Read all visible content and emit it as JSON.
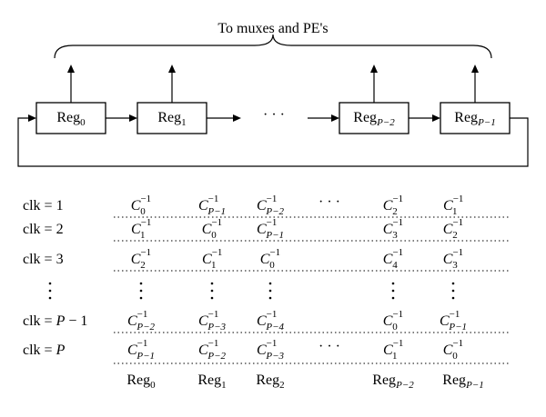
{
  "diagram": {
    "title": "To muxes and PE's",
    "registers_top": [
      {
        "base": "Reg",
        "sub": "0",
        "sub_italic": false
      },
      {
        "base": "Reg",
        "sub": "1",
        "sub_italic": false
      },
      {
        "base": "Reg",
        "sub": "P−2",
        "sub_italic": true
      },
      {
        "base": "Reg",
        "sub": "P−1",
        "sub_italic": true
      }
    ],
    "middle_ellipsis": "· · ·"
  },
  "table": {
    "rows": [
      {
        "label": "clk = 1",
        "label_italic": false,
        "cells": [
          {
            "sub": "0"
          },
          {
            "sub": "P−1"
          },
          {
            "sub": "P−2"
          },
          {
            "ellipsis": true
          },
          {
            "sub": "2"
          },
          {
            "sub": "1"
          }
        ]
      },
      {
        "label": "clk = 2",
        "label_italic": false,
        "cells": [
          {
            "sub": "1"
          },
          {
            "sub": "0"
          },
          {
            "sub": "P−1"
          },
          {
            "ellipsis": false
          },
          {
            "sub": "3"
          },
          {
            "sub": "2"
          }
        ]
      },
      {
        "label": "clk = 3",
        "label_italic": false,
        "cells": [
          {
            "sub": "2"
          },
          {
            "sub": "1"
          },
          {
            "sub": "0"
          },
          {
            "ellipsis": false
          },
          {
            "sub": "4"
          },
          {
            "sub": "3"
          }
        ]
      },
      {
        "label": "⋮",
        "label_italic": false,
        "vertical_dots": true,
        "cells": []
      },
      {
        "label": "clk = P − 1",
        "label_italic": false,
        "cells": [
          {
            "sub": "P−2"
          },
          {
            "sub": "P−3"
          },
          {
            "sub": "P−4"
          },
          {
            "ellipsis": false
          },
          {
            "sub": "0"
          },
          {
            "sub": "P−1"
          }
        ]
      },
      {
        "label": "clk = P",
        "label_italic": false,
        "cells": [
          {
            "sub": "P−1"
          },
          {
            "sub": "P−2"
          },
          {
            "sub": "P−3"
          },
          {
            "ellipsis": true
          },
          {
            "sub": "1"
          },
          {
            "sub": "0"
          }
        ]
      }
    ],
    "cell_base": "C",
    "cell_sup": "−1",
    "column_labels": [
      {
        "base": "Reg",
        "sub": "0",
        "sub_italic": false
      },
      {
        "base": "Reg",
        "sub": "1",
        "sub_italic": false
      },
      {
        "base": "Reg",
        "sub": "2",
        "sub_italic": false
      },
      {
        "base": "Reg",
        "sub": "P−2",
        "sub_italic": true
      },
      {
        "base": "Reg",
        "sub": "P−1",
        "sub_italic": true
      }
    ]
  }
}
